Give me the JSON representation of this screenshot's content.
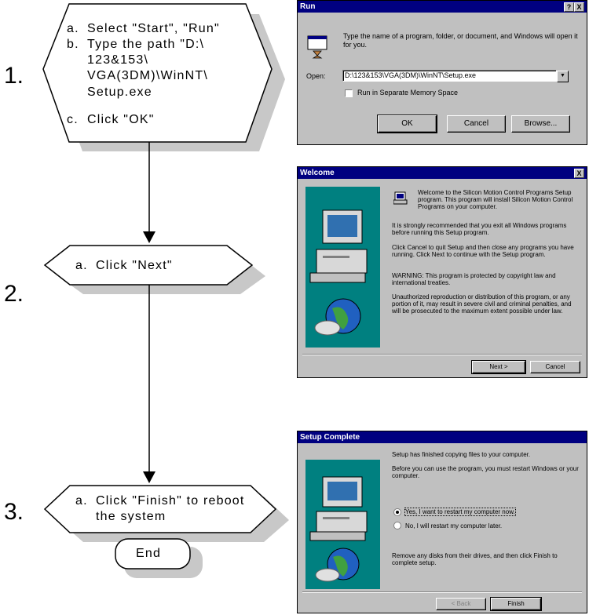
{
  "flowchart": {
    "steps": [
      {
        "number": "1.",
        "lines": [
          {
            "letter": "a.",
            "text": "Select \"Start\", \"Run\""
          },
          {
            "letter": "b.",
            "text": "Type the path \"D:\\"
          },
          {
            "letter": "",
            "text": "123&153\\"
          },
          {
            "letter": "",
            "text": "VGA(3DM)\\WinNT\\"
          },
          {
            "letter": "",
            "text": "Setup.exe"
          },
          {
            "letter": "c.",
            "text": "Click \"OK\""
          }
        ]
      },
      {
        "number": "2.",
        "lines": [
          {
            "letter": "a.",
            "text": "Click \"Next\""
          }
        ]
      },
      {
        "number": "3.",
        "lines": [
          {
            "letter": "a.",
            "text": "Click \"Finish\" to reboot"
          },
          {
            "letter": "",
            "text": "the system"
          }
        ]
      }
    ],
    "end_label": "End"
  },
  "run_dialog": {
    "title": "Run",
    "title_buttons": [
      "?",
      "X"
    ],
    "description": "Type the name of a program, folder, or document, and Windows will open it for you.",
    "open_label": "Open:",
    "open_value": "D:\\123&153\\VGA(3DM)\\WinNT\\Setup.exe",
    "checkbox_label": "Run in Separate Memory Space",
    "ok_label": "OK",
    "cancel_label": "Cancel",
    "browse_label": "Browse..."
  },
  "welcome_dialog": {
    "title": "Welcome",
    "close": "X",
    "paragraphs": [
      "Welcome to the Silicon Motion Control Programs Setup program. This program will install Silicon Motion Control Programs on your computer.",
      "It is strongly recommended that you exit all Windows programs before running this Setup program.",
      "Click Cancel to quit Setup and then close any programs you have running. Click Next to continue with the Setup program.",
      "WARNING: This program is protected by copyright law and international treaties.",
      "Unauthorized reproduction or distribution of this program, or any portion of it, may result in severe civil and criminal penalties, and will be prosecuted to the maximum extent possible under law."
    ],
    "next_label": "Next >",
    "cancel_label": "Cancel"
  },
  "complete_dialog": {
    "title": "Setup Complete",
    "paragraphs": [
      "Setup has finished copying files to your computer.",
      "Before you can use the program, you must restart Windows or your computer."
    ],
    "radio_yes": "Yes, I want to restart my computer now.",
    "radio_no": "No, I will restart my computer later.",
    "footer_text": "Remove any disks from their drives, and then click Finish to complete setup.",
    "back_label": "< Back",
    "finish_label": "Finish"
  },
  "colors": {
    "titlebar": "#000080",
    "dialog_face": "#c0c0c0",
    "art_panel": "#008080",
    "shadow": "#c8c8c8"
  }
}
